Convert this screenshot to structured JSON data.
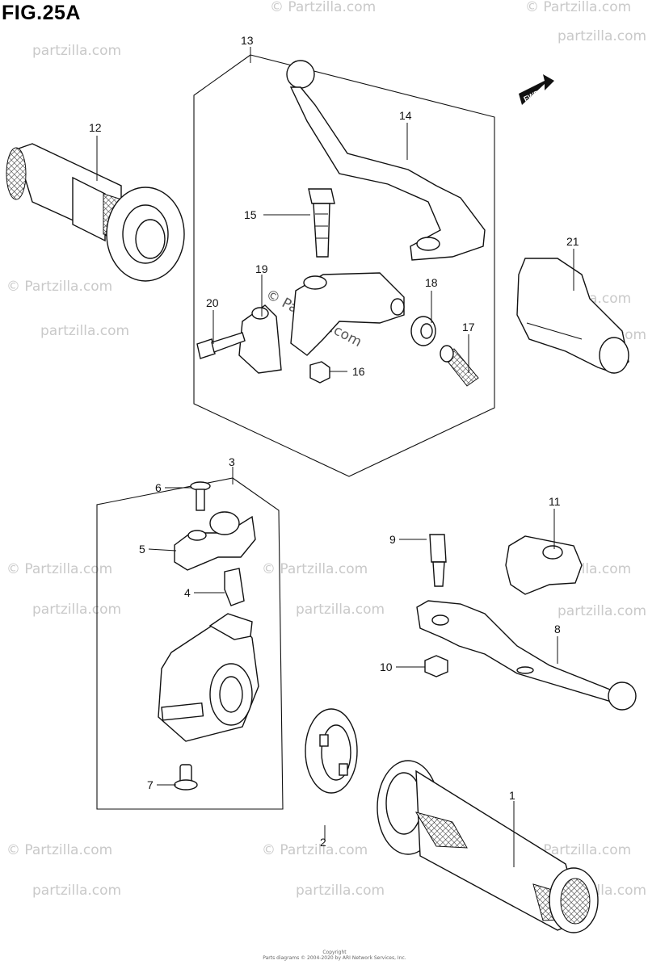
{
  "figure": {
    "title": "FIG.25A"
  },
  "watermarks": {
    "text": "© Partzilla.com",
    "url_text": "partzilla.com",
    "center_text": "© Partzilla.com"
  },
  "fwd_badge": "FWD",
  "callouts": [
    "1",
    "2",
    "3",
    "4",
    "5",
    "6",
    "7",
    "8",
    "9",
    "10",
    "11",
    "12",
    "13",
    "14",
    "15",
    "16",
    "17",
    "18",
    "19",
    "20",
    "21"
  ],
  "footer": {
    "line1": "Copyright",
    "line2": "Parts diagrams © 2004-2020 by ARI Network Services, Inc."
  }
}
